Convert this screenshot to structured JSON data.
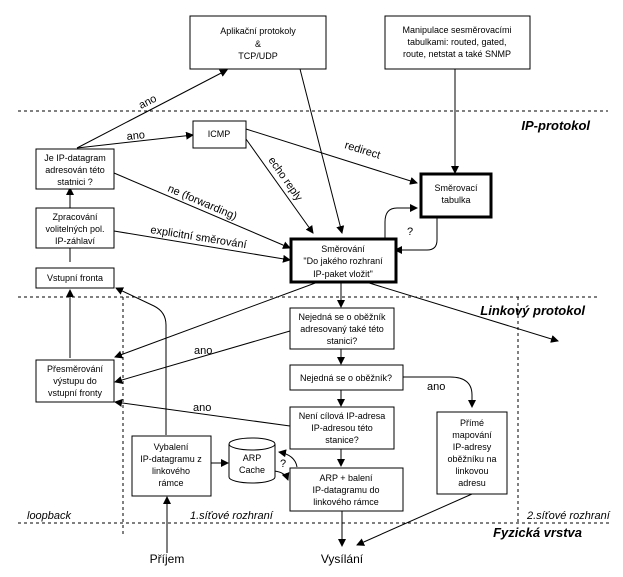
{
  "diagram": {
    "boxes": {
      "app_protocols": [
        "Aplikační protokoly",
        "&",
        "TCP/UDP"
      ],
      "manipulation": [
        "Manipulace sesměrovacími",
        "tabulkami: routed, gated,",
        "route, netstat a také SNMP"
      ],
      "icmp": [
        "ICMP"
      ],
      "addressed_here": [
        "Je IP-datagram",
        "adresován této",
        "statnici ?"
      ],
      "options": [
        "Zpracování",
        "volitelných pol.",
        "IP-záhlaví"
      ],
      "input_queue": [
        "Vstupní fronta"
      ],
      "routing_table": [
        "Směrovací",
        "tabulka"
      ],
      "routing": [
        "Směrování",
        "\"Do jakého rozhraní",
        "IP-paket vložit\""
      ],
      "redirect_output": [
        "Přesměrování",
        "výstupu do",
        "vstupní fronty"
      ],
      "broadcast_here": [
        "Nejedná se o oběžník",
        "adresovaný také této",
        "stanici?"
      ],
      "is_broadcast": [
        "Nejedná se o oběžník?"
      ],
      "dest_ip": [
        "Není cílová IP-adresa",
        "IP-adresou této",
        "stanice?"
      ],
      "unpack": [
        "Vybalení",
        "IP-datagramu z",
        "linkového",
        "rámce"
      ],
      "arp_cache": [
        "ARP",
        "Cache"
      ],
      "arp_pack": [
        "ARP + balení",
        "IP-datagramu do",
        "linkového  rámce"
      ],
      "direct_mapping": [
        "Přímé",
        "mapování",
        "IP-adresy",
        "oběžníku na",
        "linkovou",
        "adresu"
      ]
    },
    "edge_labels": {
      "ano_app": "ano",
      "ano_icmp": "ano",
      "redirect": "redirect",
      "echo_reply": "echo reply",
      "forwarding": "ne (forwarding)",
      "explicit_routing": "explicitní směrování",
      "question_table": "?",
      "ano_broadcast_here": "ano",
      "ano_broadcast": "ano",
      "ano_dest": "ano",
      "question_arp": "?"
    },
    "layers": {
      "ip": "IP-protokol",
      "link": "Linkový protokol",
      "physical": "Fyzická vrstva"
    },
    "interfaces": {
      "loopback": "loopback",
      "first": "1.síťové rozhraní",
      "second": "2.síťové rozhraní"
    },
    "io": {
      "receive": "Příjem",
      "send": "Vysílání"
    }
  }
}
